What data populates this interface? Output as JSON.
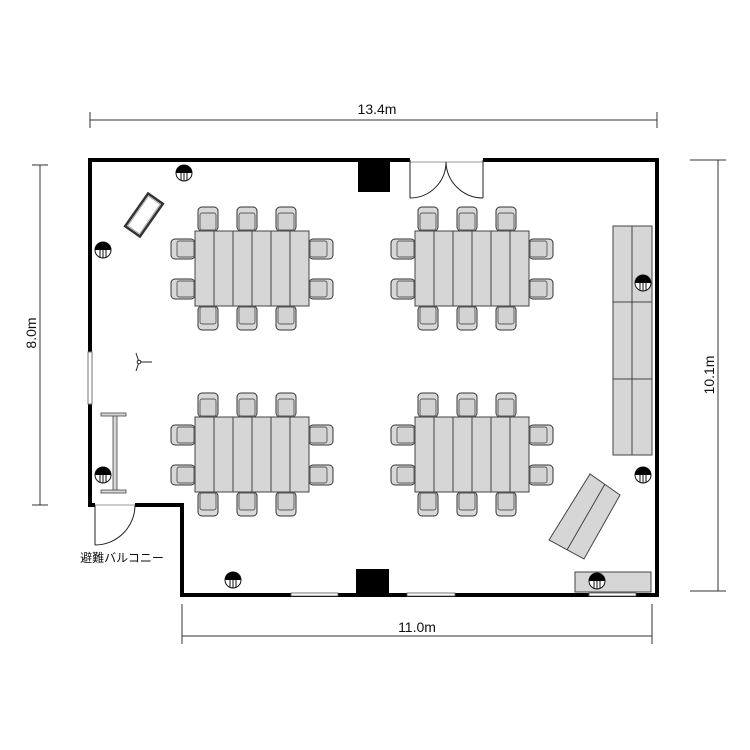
{
  "dimensions": {
    "top": "13.4m",
    "left": "8.0m",
    "right": "10.1m",
    "bottom": "11.0m"
  },
  "labels": {
    "balcony": "避難バルコニー"
  },
  "colors": {
    "wall": "#000000",
    "furniture": "#d6d6d6",
    "outline": "#333333"
  }
}
